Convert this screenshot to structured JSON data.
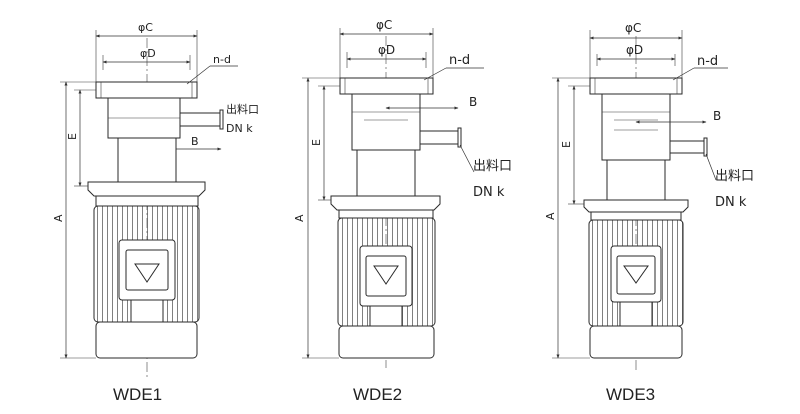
{
  "pumps": [
    {
      "caption": "WDE1",
      "labels": {
        "phiC": "φC",
        "phiD": "φD",
        "nd": "n-d",
        "outlet": "出料口",
        "dn": "DN k",
        "B": "B",
        "E": "E",
        "A": "A"
      }
    },
    {
      "caption": "WDE2",
      "labels": {
        "phiC": "φC",
        "phiD": "φD",
        "nd": "n-d",
        "outlet": "出料口",
        "dn": "DN k",
        "B": "B",
        "E": "E",
        "A": "A"
      }
    },
    {
      "caption": "WDE3",
      "labels": {
        "phiC": "φC",
        "phiD": "φD",
        "nd": "n-d",
        "outlet": "出料口",
        "dn": "DN k",
        "B": "B",
        "E": "E",
        "A": "A"
      }
    }
  ],
  "colors": {
    "line": "#2a2a2a",
    "background": "#ffffff"
  }
}
